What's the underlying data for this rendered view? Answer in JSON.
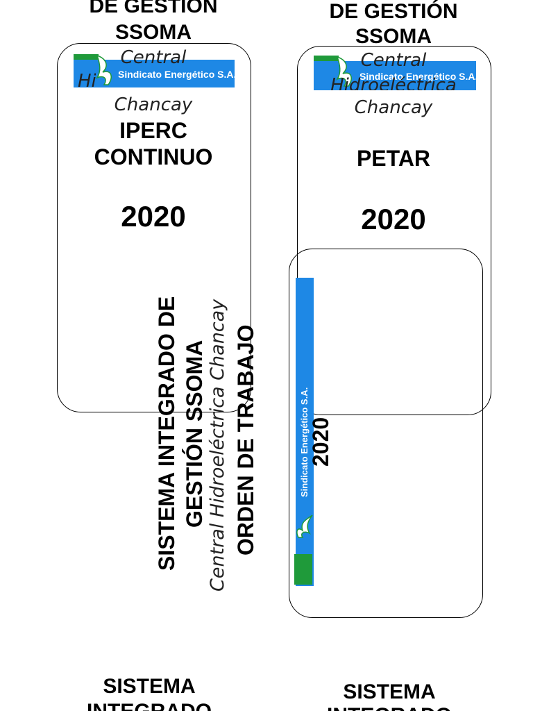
{
  "company": {
    "name": "Sindicato Energético S.A.",
    "green": "#1f9a3a",
    "blue": "#1e88e5"
  },
  "header_left": {
    "line1": "DE GESTIÓN",
    "line2": "SSOMA"
  },
  "header_right": {
    "line1": "DE GESTIÓN",
    "line2": "SSOMA"
  },
  "card_left": {
    "subtitle_1": "Central",
    "subtitle_2": "Hidroeléctrica",
    "subtitle_3": "Chancay",
    "title_1": "IPERC",
    "title_2": "CONTINUO",
    "year": "2020"
  },
  "card_right": {
    "subtitle_1": "Central",
    "subtitle_2": "Hidroeléctrica",
    "subtitle_3": "Chancay",
    "title": "PETAR",
    "year": "2020"
  },
  "vertical": {
    "line1": "SISTEMA INTEGRADO DE",
    "line2": "GESTIÓN SSOMA",
    "line3": "Central Hidroeléctrica Chancay",
    "line4": "ORDEN DE TRABAJO",
    "year": "2020"
  },
  "footer_left": {
    "line1": "SISTEMA",
    "line2": "INTEGRADO"
  },
  "footer_right": {
    "line1": "SISTEMA",
    "line2": "INTEGRADO"
  }
}
